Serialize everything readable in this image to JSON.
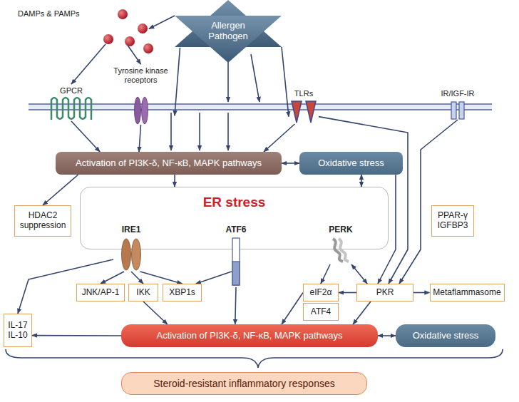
{
  "diagram": {
    "nodes": [
      {
        "text": [
          "DAMPs & PAMPs"
        ]
      },
      {
        "text": [
          "Allergen Pathogen"
        ]
      },
      {
        "text": [
          "GPCR"
        ]
      },
      {
        "text": [
          "Tyrosine kinase receptors"
        ]
      },
      {
        "text": [
          "TLRs"
        ]
      },
      {
        "text": [
          "IR/IGF-IR"
        ]
      },
      {
        "text": [
          "Activation of PI3K-δ, NF-κB, MAPK pathways"
        ]
      },
      {
        "text": [
          "Oxidative stress"
        ]
      },
      {
        "text": [
          "HDAC2 suppression"
        ]
      },
      {
        "text": [
          "ER stress"
        ]
      },
      {
        "text": [
          "IRE1"
        ],
        "in": 9
      },
      {
        "text": [
          "ATF6"
        ],
        "in": 9
      },
      {
        "text": [
          "PERK"
        ],
        "in": 9
      },
      {
        "text": [
          "PPAR-γ IGFBP3"
        ]
      },
      {
        "text": [
          "JNK/AP-1"
        ]
      },
      {
        "text": [
          "IKK"
        ]
      },
      {
        "text": [
          "XBP1s"
        ]
      },
      {
        "text": [
          "eIF2α"
        ]
      },
      {
        "text": [
          "ATF4"
        ]
      },
      {
        "text": [
          "PKR"
        ]
      },
      {
        "text": [
          "Metaflammasome"
        ]
      },
      {
        "text": [
          "IL-17 IL-10"
        ]
      },
      {
        "text": [
          "Activation of PI3K-δ, NF-κB, MAPK pathways"
        ]
      },
      {
        "text": [
          "Oxidative stress"
        ]
      },
      {
        "text": [
          "Steroid-resistant inflammatory responses"
        ]
      }
    ],
    "edges": [
      {
        "from": 0,
        "to": 2,
        "arrow": "to"
      },
      {
        "from": 0,
        "to": 3,
        "arrow": "to"
      },
      {
        "from": 1,
        "to": 0,
        "arrow": "to"
      },
      {
        "from": 1,
        "to": 3,
        "arrow": "to"
      },
      {
        "from": 1,
        "to": 4,
        "arrow": "to"
      },
      {
        "from": 2,
        "to": 6,
        "arrow": "to"
      },
      {
        "from": 3,
        "to": 6,
        "arrow": "to"
      },
      {
        "from": 4,
        "to": 6,
        "arrow": "to"
      },
      {
        "from": 6,
        "to": 7,
        "arrow": "both"
      },
      {
        "from": 6,
        "to": 8,
        "arrow": "to"
      },
      {
        "from": 6,
        "to": 9,
        "arrow": "to"
      },
      {
        "from": 7,
        "to": 9,
        "arrow": "both"
      },
      {
        "from": 4,
        "to": 19,
        "arrow": "to"
      },
      {
        "from": 5,
        "to": 19,
        "arrow": "to"
      },
      {
        "from": 7,
        "to": 19,
        "arrow": "to"
      },
      {
        "from": 10,
        "to": 14,
        "arrow": "to"
      },
      {
        "from": 10,
        "to": 15,
        "arrow": "to"
      },
      {
        "from": 10,
        "to": 16,
        "arrow": "to"
      },
      {
        "from": 11,
        "to": 16,
        "arrow": "to"
      },
      {
        "from": 10,
        "to": 21,
        "arrow": "to"
      },
      {
        "from": 12,
        "to": 17,
        "arrow": "to"
      },
      {
        "from": 12,
        "to": 19,
        "arrow": "both"
      },
      {
        "from": 19,
        "to": 17,
        "arrow": "to"
      },
      {
        "from": 19,
        "to": 20,
        "arrow": "to"
      },
      {
        "from": 15,
        "to": 22,
        "arrow": "to"
      },
      {
        "from": 11,
        "to": 22,
        "arrow": "to"
      },
      {
        "from": 17,
        "to": 22,
        "arrow": "to"
      },
      {
        "from": 19,
        "to": 22,
        "arrow": "to"
      },
      {
        "from": 22,
        "to": 21,
        "arrow": "to"
      },
      {
        "from": 22,
        "to": 23,
        "arrow": "both"
      }
    ]
  }
}
